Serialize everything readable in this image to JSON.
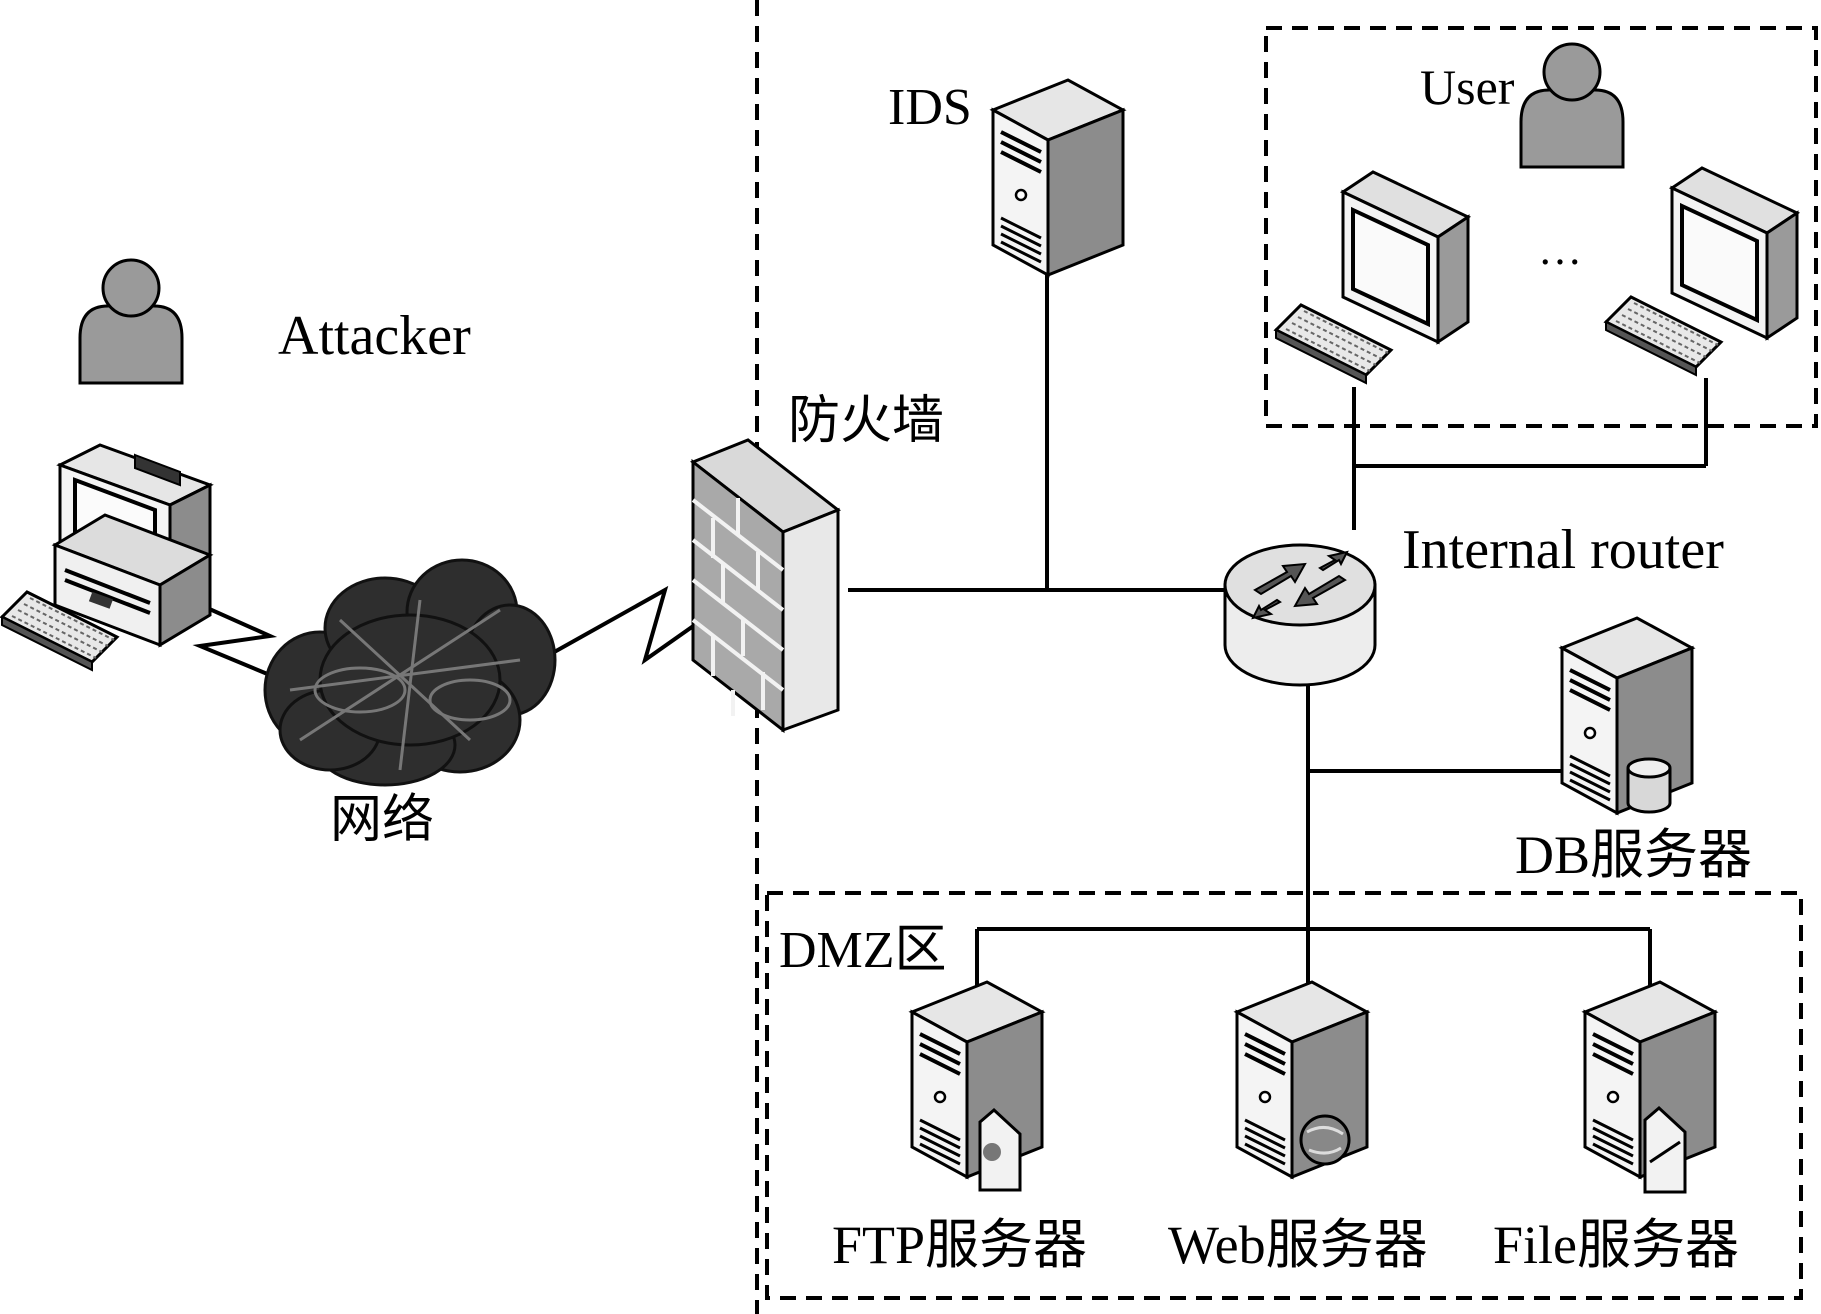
{
  "labels": {
    "ids": "IDS",
    "user": "User",
    "ellipsis": "…",
    "attacker": "Attacker",
    "firewall": "防火墙",
    "internal_router": "Internal router",
    "network": "网络",
    "db_server": "DB服务器",
    "dmz": "DMZ区",
    "ftp_server": "FTP服务器",
    "web_server": "Web服务器",
    "file_server": "File服务器"
  },
  "colors": {
    "line": "#000000",
    "device_light": "#f2f2f2",
    "device_mid": "#c8c8c8",
    "device_dark": "#7a7a7a",
    "person": "#9a9a9a",
    "cloud": "#2e2e2e",
    "wall": "#bdbdbd"
  },
  "icons": [
    "person-icon",
    "workstation-icon",
    "cloud-icon",
    "firewall-icon",
    "server-icon",
    "router-icon",
    "monitor-icon",
    "keyboard-icon",
    "database-icon",
    "globe-icon",
    "document-icon"
  ]
}
